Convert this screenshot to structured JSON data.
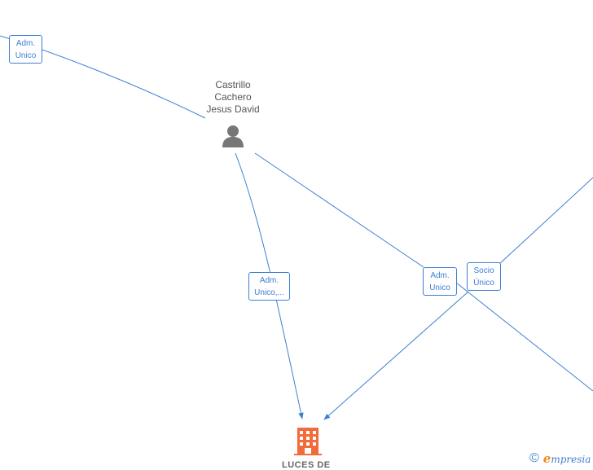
{
  "nodes": {
    "person": {
      "name_lines": [
        "Castrillo",
        "Cachero",
        "Jesus David"
      ],
      "icon": "person-icon",
      "color": "#777777"
    },
    "company": {
      "name": "LUCES DE",
      "icon": "building-icon",
      "color": "#f26b3a"
    }
  },
  "edges": [
    {
      "id": "adm-unico-top",
      "label_lines": [
        "Adm.",
        "Unico"
      ]
    },
    {
      "id": "adm-unico-ellipsis",
      "label_lines": [
        "Adm.",
        "Unico,..."
      ]
    },
    {
      "id": "adm-unico-right",
      "label_lines": [
        "Adm.",
        "Unico"
      ]
    },
    {
      "id": "socio-unico",
      "label_lines": [
        "Socio",
        "Único"
      ]
    }
  ],
  "footer": {
    "copyright_symbol": "©",
    "brand_initial": "e",
    "brand_rest": "mpresia"
  },
  "colors": {
    "edge": "#3d7fd4",
    "person_icon": "#777777",
    "company_icon": "#f26b3a",
    "brand_accent": "#f08a1c"
  }
}
